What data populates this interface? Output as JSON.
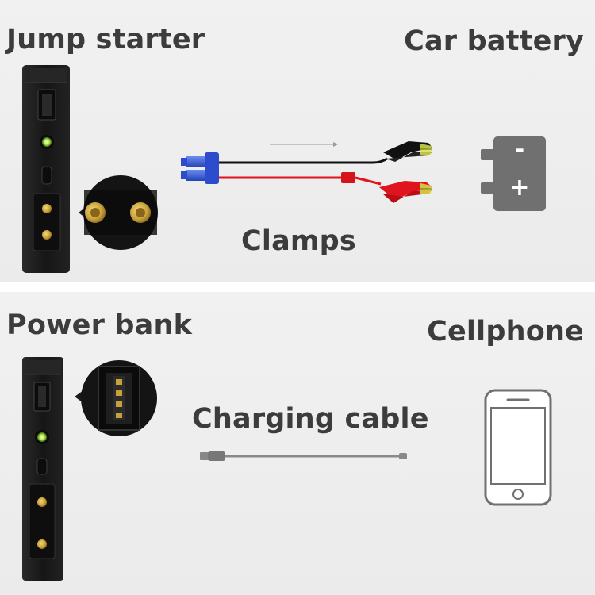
{
  "top_panel": {
    "left_label": "Jump starter",
    "right_label": "Car battery",
    "middle_label": "Clamps",
    "battery_minus": "-",
    "battery_plus": "+"
  },
  "bottom_panel": {
    "left_label": "Power bank",
    "right_label": "Cellphone",
    "middle_label": "Charging cable"
  },
  "colors": {
    "device_body": "#1b1b1b",
    "port_gold": "#c9a13a",
    "indicator_green": "#a8e04a",
    "connector_blue": "#3b5fd8",
    "clamp_black": "#111111",
    "clamp_red": "#e0141e",
    "cable_red": "#e0141e",
    "icon_gray": "#707070",
    "text": "#3c3c3c"
  },
  "icons": [
    "jump-starter-device",
    "port-zoom-circle",
    "ec5-connector",
    "black-clamp",
    "red-clamp",
    "car-battery-icon",
    "power-bank-device",
    "usb-port-zoom",
    "usb-cable",
    "cellphone-icon"
  ]
}
